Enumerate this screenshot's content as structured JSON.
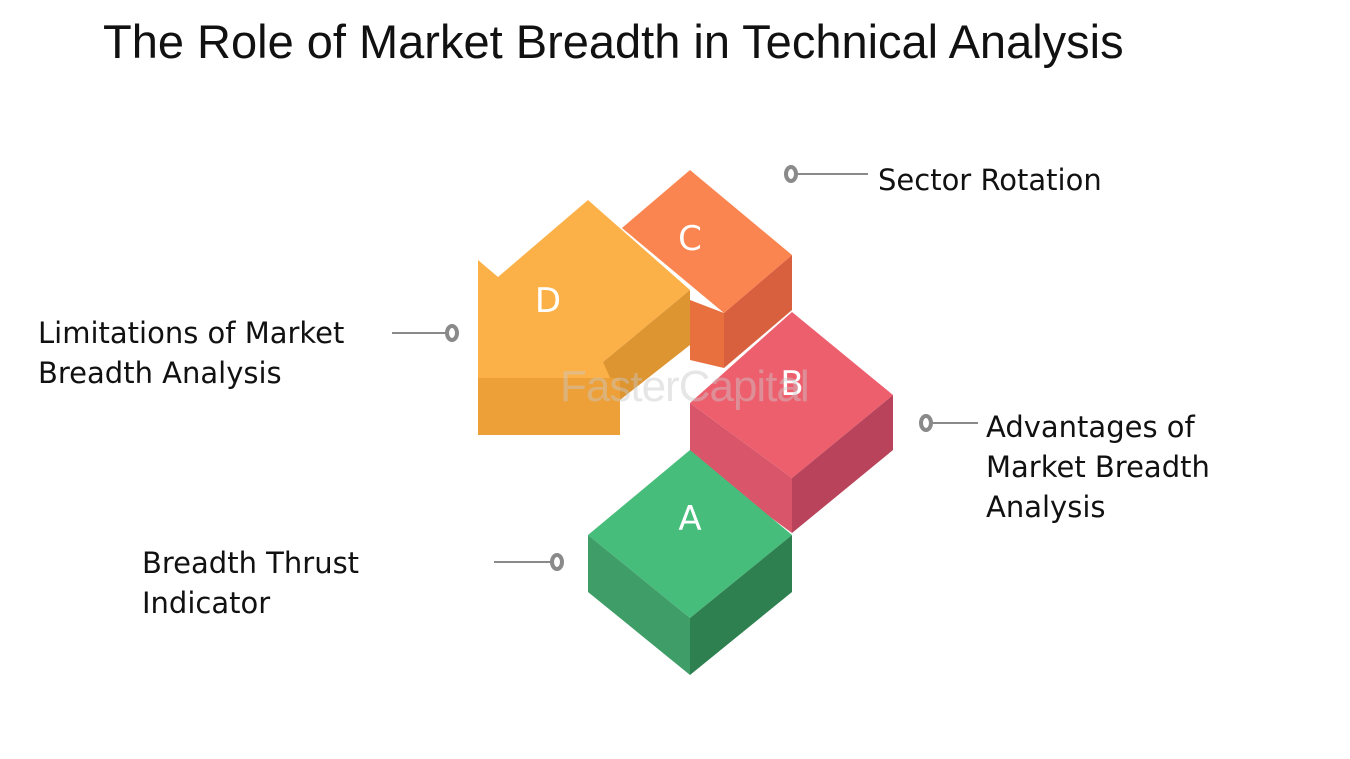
{
  "title": "The Role of Market Breadth in Technical Analysis",
  "watermark": "FasterCapital",
  "blocks": [
    {
      "letter": "A",
      "label_lines": [
        "Breadth Thrust",
        "Indicator"
      ],
      "color": "#47bd7b"
    },
    {
      "letter": "B",
      "label_lines": [
        "Advantages of",
        "Market Breadth",
        "Analysis"
      ],
      "color": "#ee5f6e"
    },
    {
      "letter": "C",
      "label_lines": [
        "Sector Rotation"
      ],
      "color": "#fb8550"
    },
    {
      "letter": "D",
      "label_lines": [
        "Limitations of Market",
        "Breadth Analysis"
      ],
      "color": "#fbb147"
    }
  ]
}
